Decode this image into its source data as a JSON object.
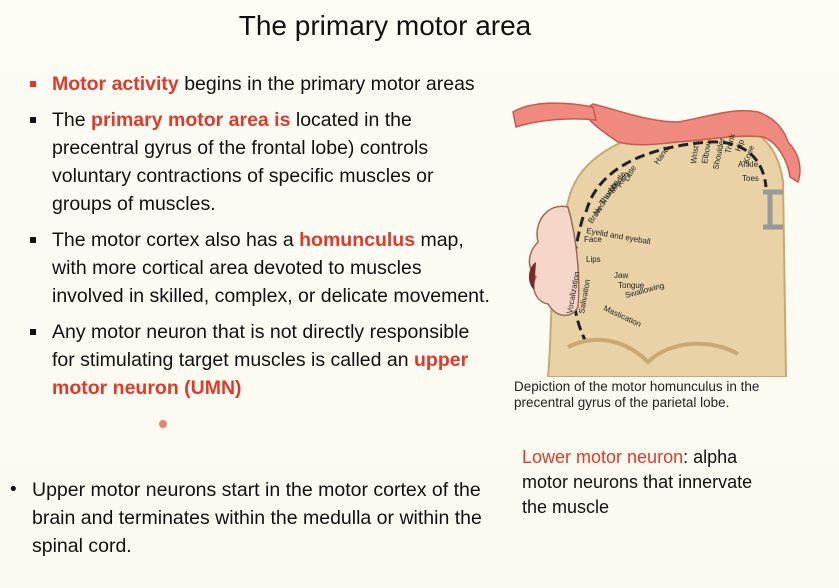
{
  "title": "The primary motor area",
  "bullets": [
    {
      "marker_color": "#e03a2a",
      "highlight_1": "Motor activity",
      "text_1": " begins in the primary motor areas"
    },
    {
      "text_0": "The ",
      "highlight_1": "primary motor area is",
      "text_1": " located in the precentral gyrus of the frontal lobe) controls voluntary contractions of specific muscles or groups of muscles."
    },
    {
      "text_0": "The motor cortex also has a ",
      "highlight_1": "homunculus",
      "text_1": " map, with more cortical area devoted to muscles involved in skilled, complex, or delicate movement."
    },
    {
      "text_0": "Any motor neuron that is not directly responsible for stimulating target muscles is called an ",
      "highlight_1": "upper motor neuron (UMN)"
    }
  ],
  "dot_bullet": {
    "marker": "•",
    "text": "Upper motor neurons start in the motor cortex of the brain and terminates within the medulla or within the spinal cord."
  },
  "figure": {
    "labels": {
      "hip": "Hip",
      "knee": "Knee",
      "trunk": "Trunk",
      "shoulder": "Shoulder",
      "elbow": "Elbow",
      "wrist": "Wrist",
      "hand": "Hand",
      "ankle": "Ankle",
      "toes": "Toes",
      "little": "Little",
      "ring": "Ring",
      "middle": "Middle",
      "index": "Index",
      "thumb": "Thumb",
      "neck": "Neck",
      "brow": "Brow",
      "eyelid": "Eyelid and eyeball",
      "face": "Face",
      "lips": "Lips",
      "jaw": "Jaw",
      "tongue": "Tongue",
      "swallowing": "Swallowing",
      "mastication": "Mastication",
      "salivation": "Salivation",
      "vocalization": "Vocalization"
    },
    "caption": "Depiction of the motor homunculus in the precentral gyrus of the parietal lobe."
  },
  "lower_motor_neuron": {
    "term": "Lower motor neuron",
    "definition": ": alpha motor neurons that innervate the muscle"
  },
  "colors": {
    "accent": "#e03a2a",
    "text": "#111111",
    "background": "#fbfbf2",
    "homunculus": "#f08a7e",
    "cortex": "#e8d2a6"
  }
}
